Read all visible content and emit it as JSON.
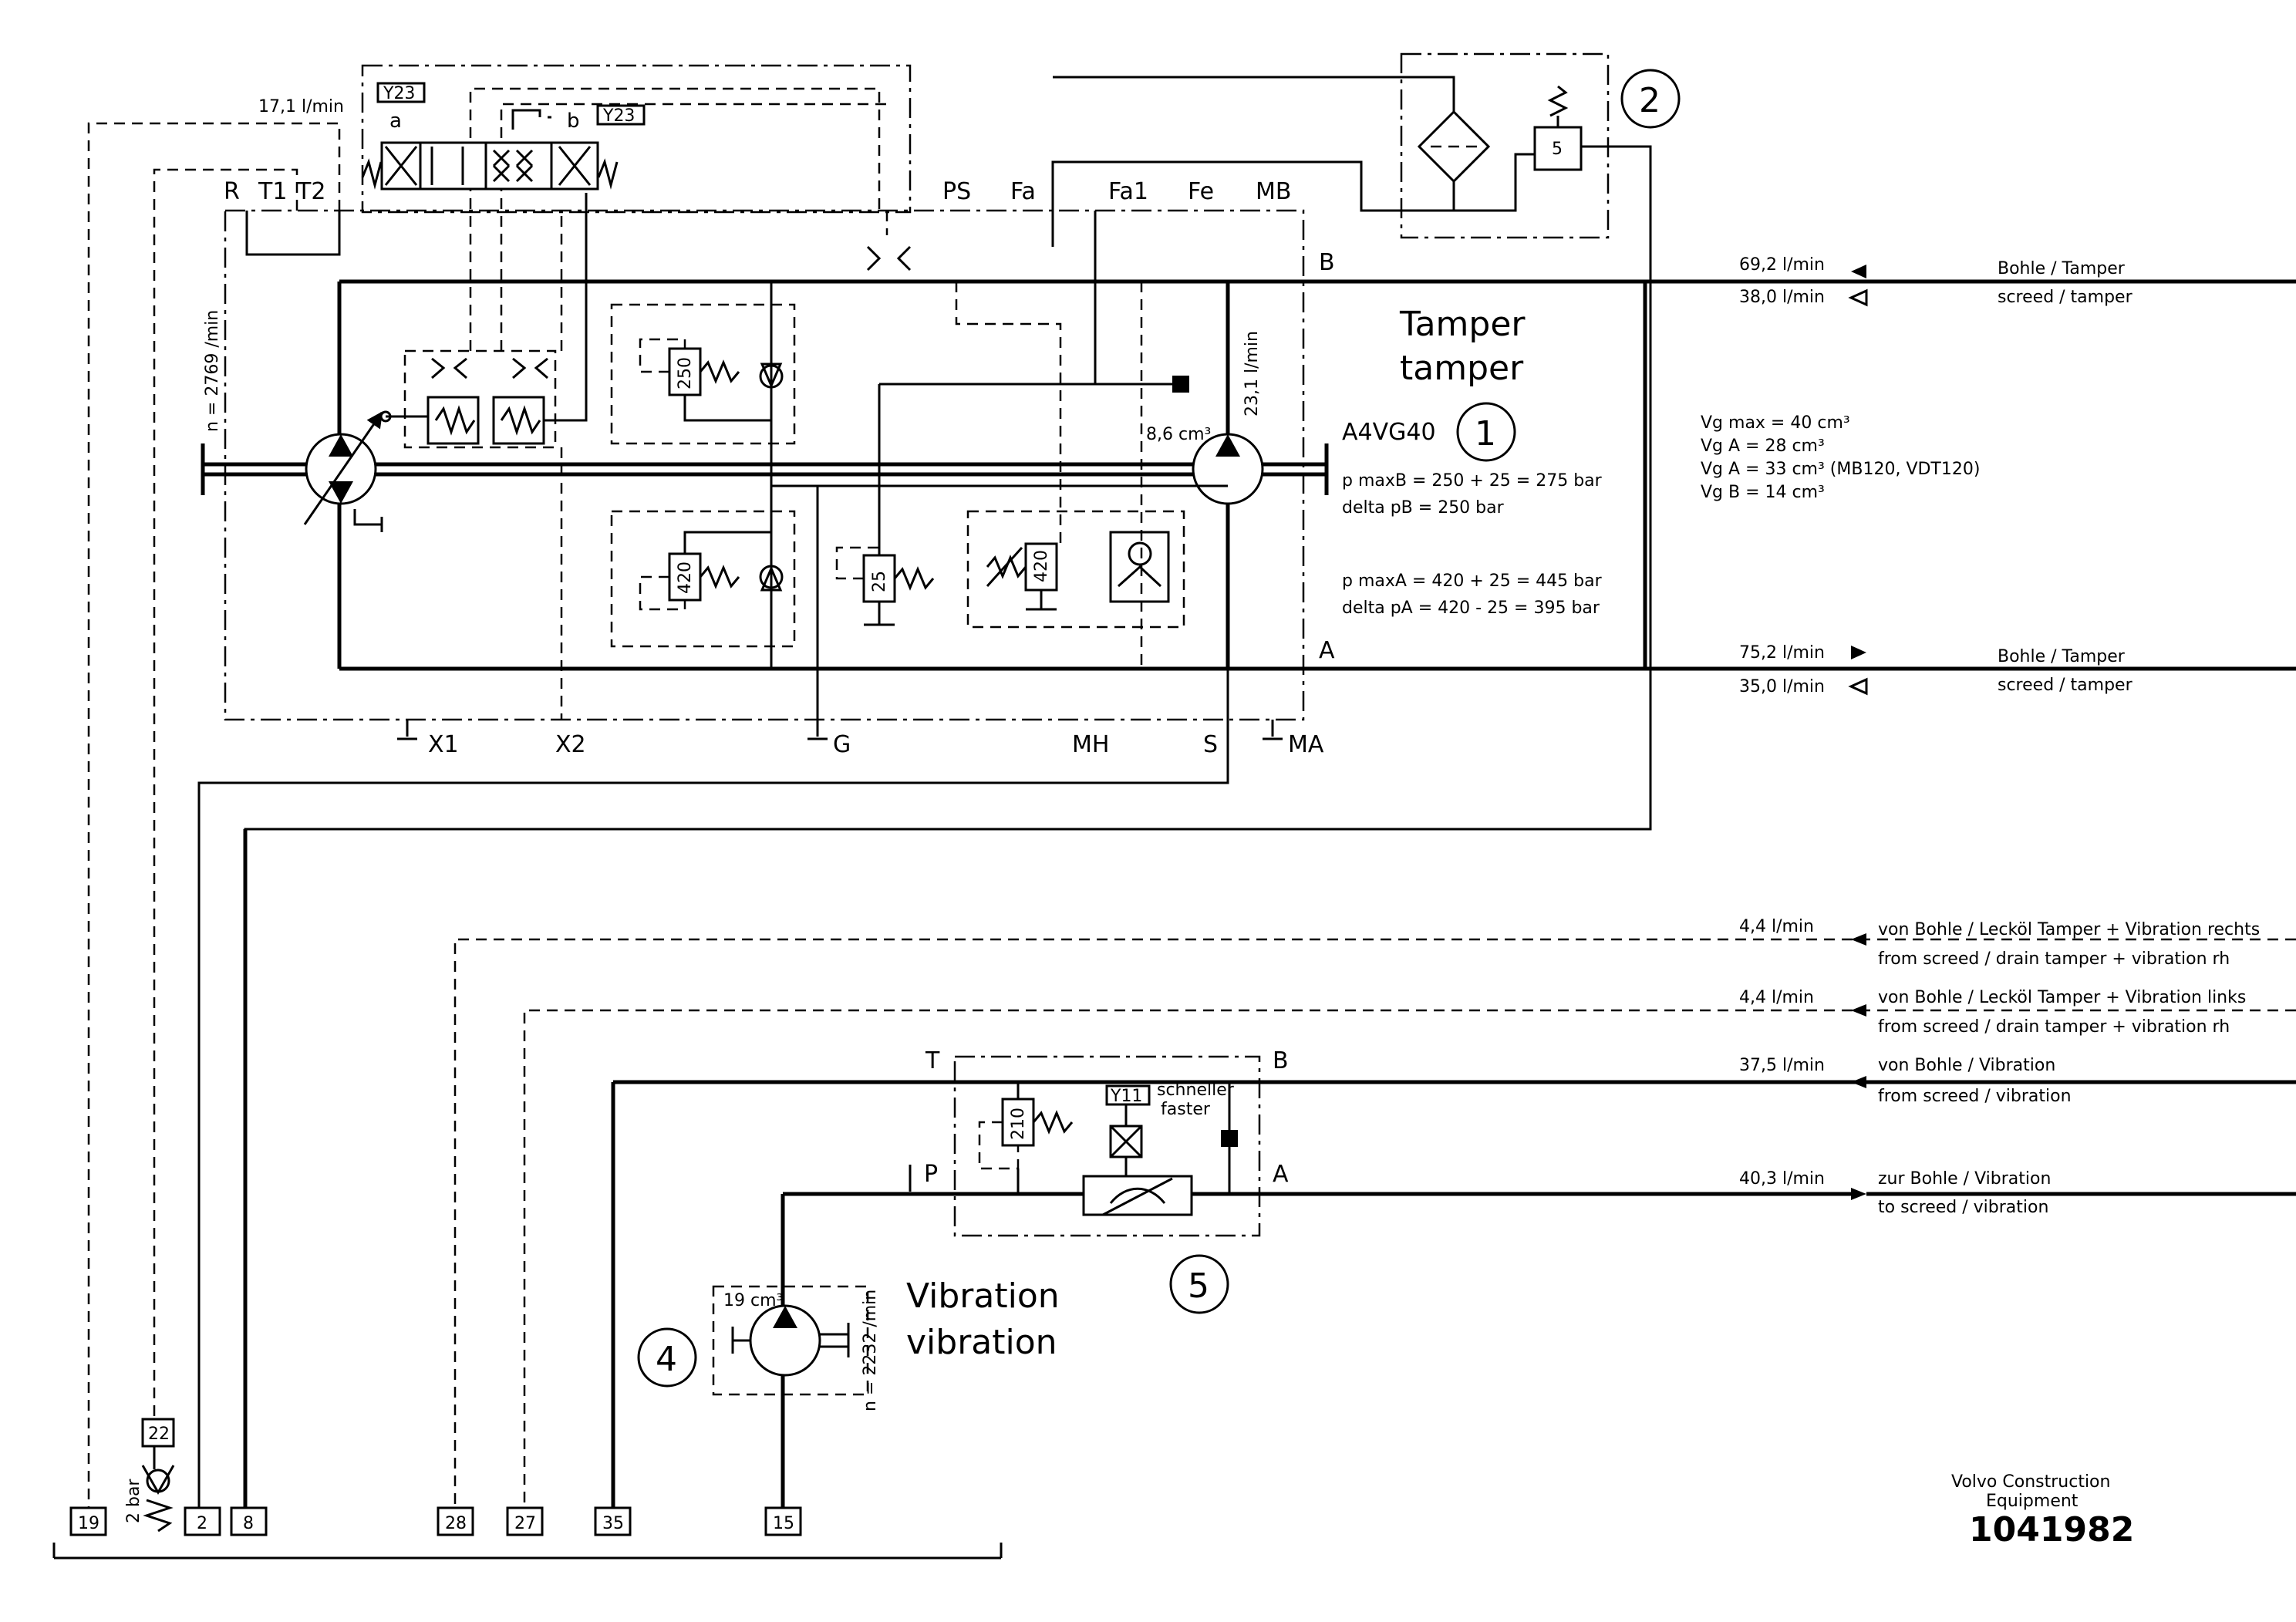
{
  "pump_circuit": {
    "title_de": "Tamper",
    "title_en": "tamper",
    "model": "A4VG40",
    "callout": "1",
    "displacement": "8,6 cm³",
    "motor_flow": "23,1 l/min",
    "speed": "n = 2769 /min",
    "pressure_b_max": "p maxB = 250 + 25 = 275 bar",
    "pressure_b_delta": "delta pB = 250 bar",
    "pressure_a_max": "p maxA = 420 + 25 = 445 bar",
    "pressure_a_delta": "delta pA = 420 - 25 = 395 bar"
  },
  "valve": {
    "tag": "Y23",
    "pos_a": "a",
    "pos_b": "b"
  },
  "ports": {
    "R": "R",
    "T1": "T1",
    "T2": "T2",
    "PS": "PS",
    "Fa": "Fa",
    "Fa1": "Fa1",
    "Fe": "Fe",
    "MB": "MB",
    "B": "B",
    "A": "A",
    "X1": "X1",
    "X2": "X2",
    "G": "G",
    "MH": "MH",
    "S": "S",
    "MA": "MA"
  },
  "relief_values": {
    "v250": "250",
    "v420a": "420",
    "v25": "25",
    "v420b": "420",
    "v5": "5",
    "v210": "210"
  },
  "drain_flow": "17,1 l/min",
  "filter_callout": "2",
  "displacements": {
    "vg_max": "Vg max = 40 cm³",
    "vg_a": "Vg A = 28 cm³",
    "vg_a_alt": "Vg A = 33 cm³ (MB120, VDT120)",
    "vg_b": "Vg B = 14 cm³"
  },
  "right_lines": [
    {
      "flow1": "69,2 l/min",
      "flow2": "38,0 l/min",
      "de": "Bohle / Tamper",
      "en": "screed / tamper"
    },
    {
      "flow1": "75,2 l/min",
      "flow2": "35,0 l/min",
      "de": "Bohle / Tamper",
      "en": "screed / tamper"
    },
    {
      "flow": "4,4 l/min",
      "de": "von Bohle / Lecköl Tamper + Vibration rechts",
      "en": "from screed / drain tamper + vibration rh"
    },
    {
      "flow": "4,4 l/min",
      "de": "von Bohle / Lecköl Tamper + Vibration links",
      "en": "from screed / drain tamper + vibration rh"
    },
    {
      "flow": "37,5 l/min",
      "de": "von Bohle / Vibration",
      "en": "from screed / vibration"
    },
    {
      "flow": "40,3 l/min",
      "de": "zur Bohle / Vibration",
      "en": "to screed / vibration"
    }
  ],
  "vibration": {
    "title_de": "Vibration",
    "title_en": "vibration",
    "callout_pump": "4",
    "callout_valve": "5",
    "displacement": "19 cm³",
    "speed": "n = 2232 /min",
    "solenoid": "Y11",
    "faster_de": "schneller",
    "faster_en": "faster",
    "port_t": "T",
    "port_b": "B",
    "port_p": "P",
    "port_a": "A"
  },
  "check_valve": {
    "tag": "22",
    "pressure": "2 bar"
  },
  "terminals": [
    "19",
    "2",
    "8",
    "28",
    "27",
    "35",
    "15"
  ],
  "footer": {
    "company_line1": "Volvo Construction",
    "company_line2": "Equipment",
    "doc_number": "1041982"
  }
}
